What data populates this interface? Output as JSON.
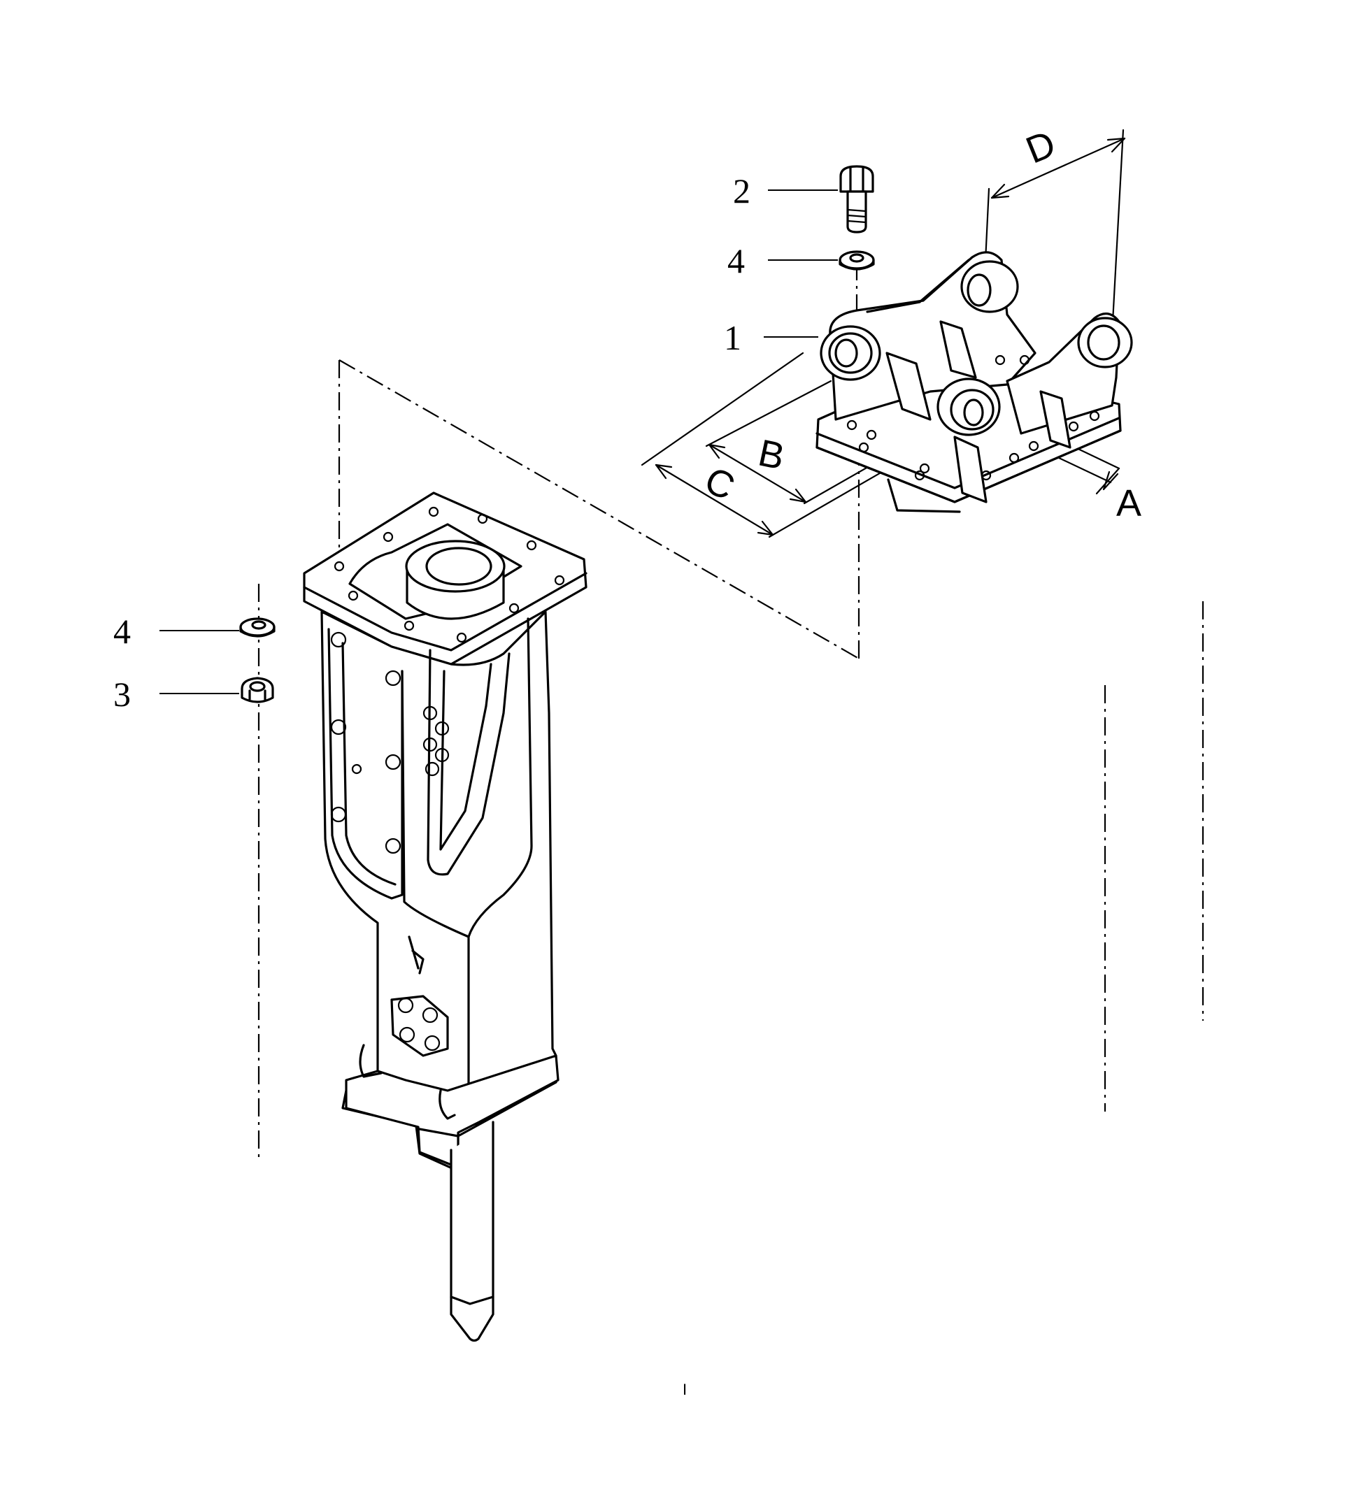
{
  "callouts": {
    "bracket": "1",
    "bolt": "2",
    "nut": "3",
    "washer_top": "4",
    "washer_left": "4"
  },
  "dimensions": {
    "a": "A",
    "b": "B",
    "c": "C",
    "d": "D"
  },
  "footer_mark": "I"
}
